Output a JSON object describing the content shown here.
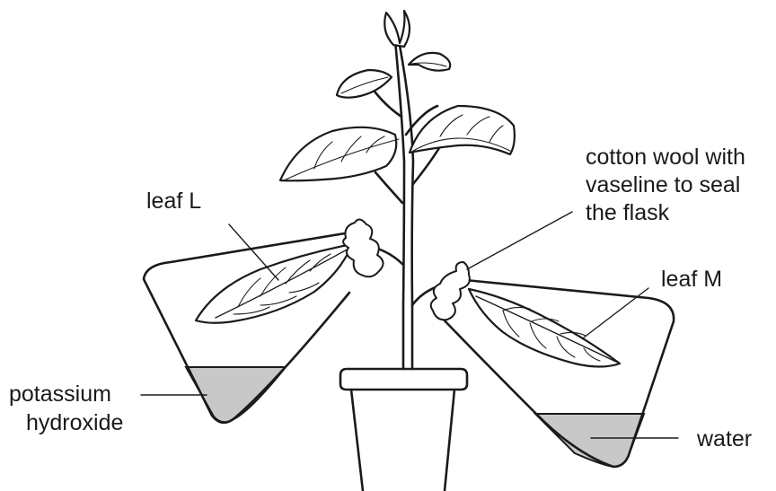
{
  "labels": {
    "leaf_l": "leaf L",
    "cotton_wool": [
      "cotton wool with",
      "vaseline to seal",
      "the flask"
    ],
    "leaf_m": "leaf M",
    "potassium_hydroxide": [
      "potassium",
      "hydroxide"
    ],
    "water": "water"
  },
  "colors": {
    "line": "#1a1a1a",
    "liquid": "#c8c8c8",
    "background": "#ffffff"
  }
}
